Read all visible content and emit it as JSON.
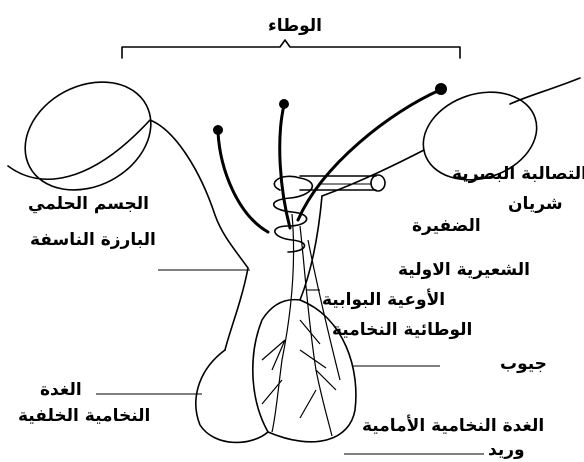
{
  "labels": {
    "hypothalamus": "الوطاء",
    "optic_chiasm": "التصالبة البصرية",
    "mammillary_body": "الجسم الحلمي",
    "artery": "شريان",
    "plexus": "الضفيرة",
    "median_eminence": "البارزة الناسفة",
    "primary_capillaries": "الشعيرية الاولية",
    "portal_vessels_line1": "الأوعية البوابية",
    "portal_vessels_line2": "الوطائية النخامية",
    "sinuses": "جيوب",
    "posterior_pituitary_line1": "الغدة",
    "posterior_pituitary_line2": "النخامية الخلفية",
    "anterior_pituitary": "الغدة النخامية الأمامية",
    "vein": "وريد"
  }
}
